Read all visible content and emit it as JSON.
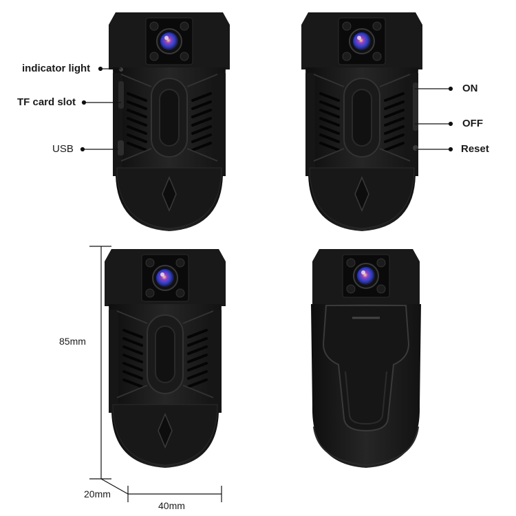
{
  "colors": {
    "body": "#1b1b1b",
    "body_light": "#2c2c2c",
    "body_dark": "#0c0c0c",
    "lens_blue": "#3a4fd0",
    "lens_purple": "#8a3fb0",
    "line": "#111111"
  },
  "callouts_left": {
    "indicator_light": "indicator light",
    "tf_card_slot": "TF card slot",
    "usb": "USB"
  },
  "callouts_right": {
    "on": "ON",
    "off": "OFF",
    "reset": "Reset"
  },
  "dimensions": {
    "height": "85mm",
    "depth": "20mm",
    "width": "40mm"
  }
}
